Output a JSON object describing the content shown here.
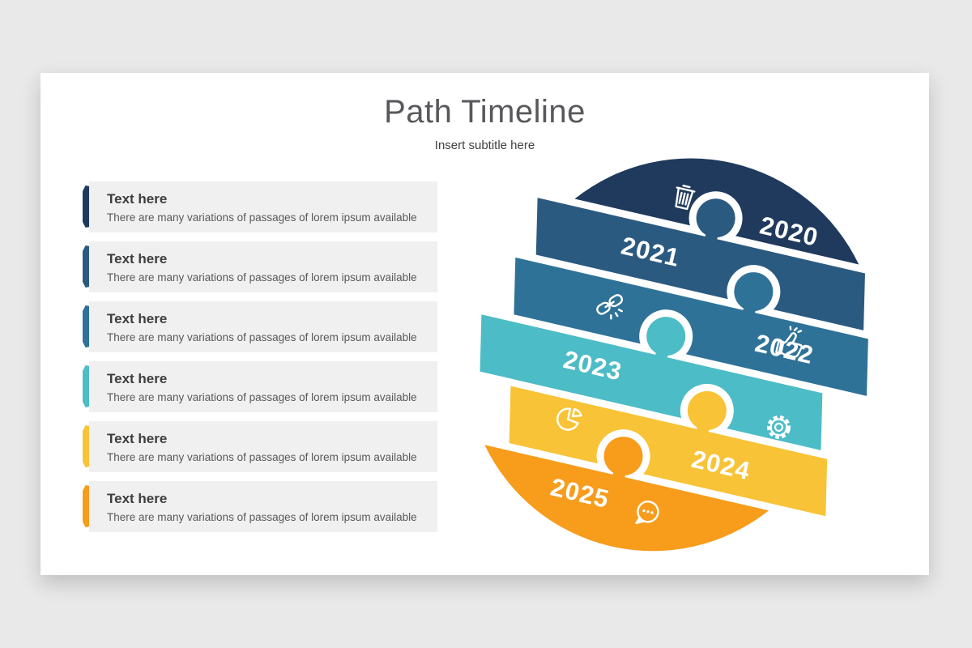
{
  "page": {
    "background": "#e9e9e9",
    "slide_background": "#ffffff"
  },
  "header": {
    "title": "Path Timeline",
    "subtitle": "Insert subtitle here",
    "title_color": "#57585b"
  },
  "list": {
    "items": [
      {
        "heading": "Text here",
        "description": "There are many variations of passages of lorem ipsum available",
        "accent_color": "#1f3a5c"
      },
      {
        "heading": "Text here",
        "description": "There are many variations of passages of lorem ipsum available",
        "accent_color": "#2b5a80"
      },
      {
        "heading": "Text here",
        "description": "There are many variations of passages of lorem ipsum available",
        "accent_color": "#2f7298"
      },
      {
        "heading": "Text here",
        "description": "There are many variations of passages of lorem ipsum available",
        "accent_color": "#4cbcc6"
      },
      {
        "heading": "Text here",
        "description": "There are many variations of passages of lorem ipsum available",
        "accent_color": "#f8c336"
      },
      {
        "heading": "Text here",
        "description": "There are many variations of passages of lorem ipsum available",
        "accent_color": "#f79c1b"
      }
    ]
  },
  "timeline": {
    "rotation_deg": 13,
    "year_text_color": "#ffffff",
    "pieces": [
      {
        "year": "2020",
        "color": "#1f3a5c",
        "shape": "top-cap"
      },
      {
        "year": "2021",
        "color": "#2b5a80",
        "shape": "band"
      },
      {
        "year": "2022",
        "color": "#2f7298",
        "shape": "band"
      },
      {
        "year": "2023",
        "color": "#4cbcc6",
        "shape": "band"
      },
      {
        "year": "2024",
        "color": "#f8c336",
        "shape": "band"
      },
      {
        "year": "2025",
        "color": "#f79c1b",
        "shape": "bottom-cap"
      }
    ],
    "icons": [
      {
        "name": "trash-icon",
        "piece": "2020"
      },
      {
        "name": "link-icon",
        "piece": "2022"
      },
      {
        "name": "thumbs-up-icon",
        "piece": "2022"
      },
      {
        "name": "gear-icon",
        "piece": "2023"
      },
      {
        "name": "pie-chart-icon",
        "piece": "2024"
      },
      {
        "name": "chat-icon",
        "piece": "2025"
      }
    ]
  }
}
